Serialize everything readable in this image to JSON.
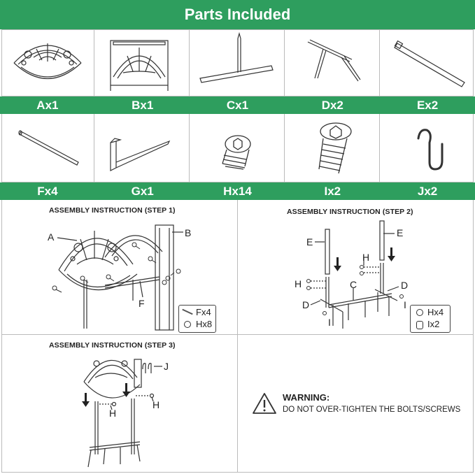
{
  "title": "Parts Included",
  "parts_row1": [
    "Ax1",
    "Bx1",
    "Cx1",
    "Dx2",
    "Ex2"
  ],
  "parts_row2": [
    "Fx4",
    "Gx1",
    "Hx14",
    "Ix2",
    "Jx2"
  ],
  "step1": {
    "title": "ASSEMBLY INSTRUCTION (STEP 1)",
    "label_a": "A",
    "label_b": "B",
    "label_f": "F",
    "legend_1": "Fx4",
    "legend_2": "Hx8"
  },
  "step2": {
    "title": "ASSEMBLY INSTRUCTION (STEP 2)",
    "label_e1": "E",
    "label_e2": "E",
    "label_h1": "H",
    "label_h2": "H",
    "label_c": "C",
    "label_d1": "D",
    "label_d2": "D",
    "label_i1": "I",
    "label_i2": "I",
    "legend_1": "Hx4",
    "legend_2": "Ix2"
  },
  "step3": {
    "title": "ASSEMBLY INSTRUCTION (STEP 3)",
    "label_j": "J",
    "label_h1": "H",
    "label_h2": "H"
  },
  "warning": {
    "heading": "WARNING:",
    "text": "DO NOT OVER-TIGHTEN THE BOLTS/SCREWS"
  }
}
